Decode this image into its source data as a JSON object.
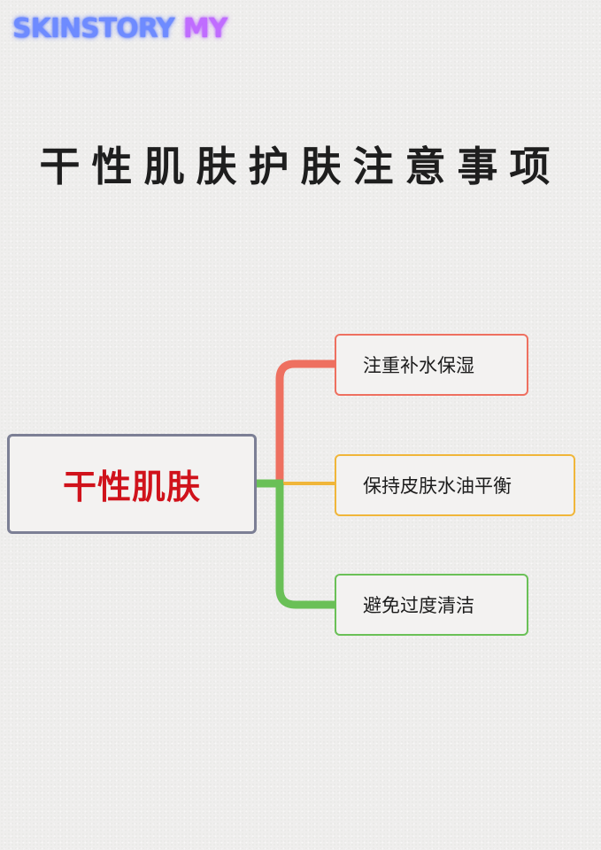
{
  "brand": {
    "main": "SKINSTORY",
    "suffix": "MY"
  },
  "title": "干性肌肤护肤注意事项",
  "mindmap": {
    "root": "干性肌肤",
    "branches": [
      {
        "label": "注重补水保湿",
        "color": "#ee7060"
      },
      {
        "label": "保持皮肤水油平衡",
        "color": "#f0b63a"
      },
      {
        "label": "避免过度清洁",
        "color": "#6ac057"
      }
    ],
    "root_border_color": "#7c7f95",
    "root_text_color": "#d0121b"
  }
}
